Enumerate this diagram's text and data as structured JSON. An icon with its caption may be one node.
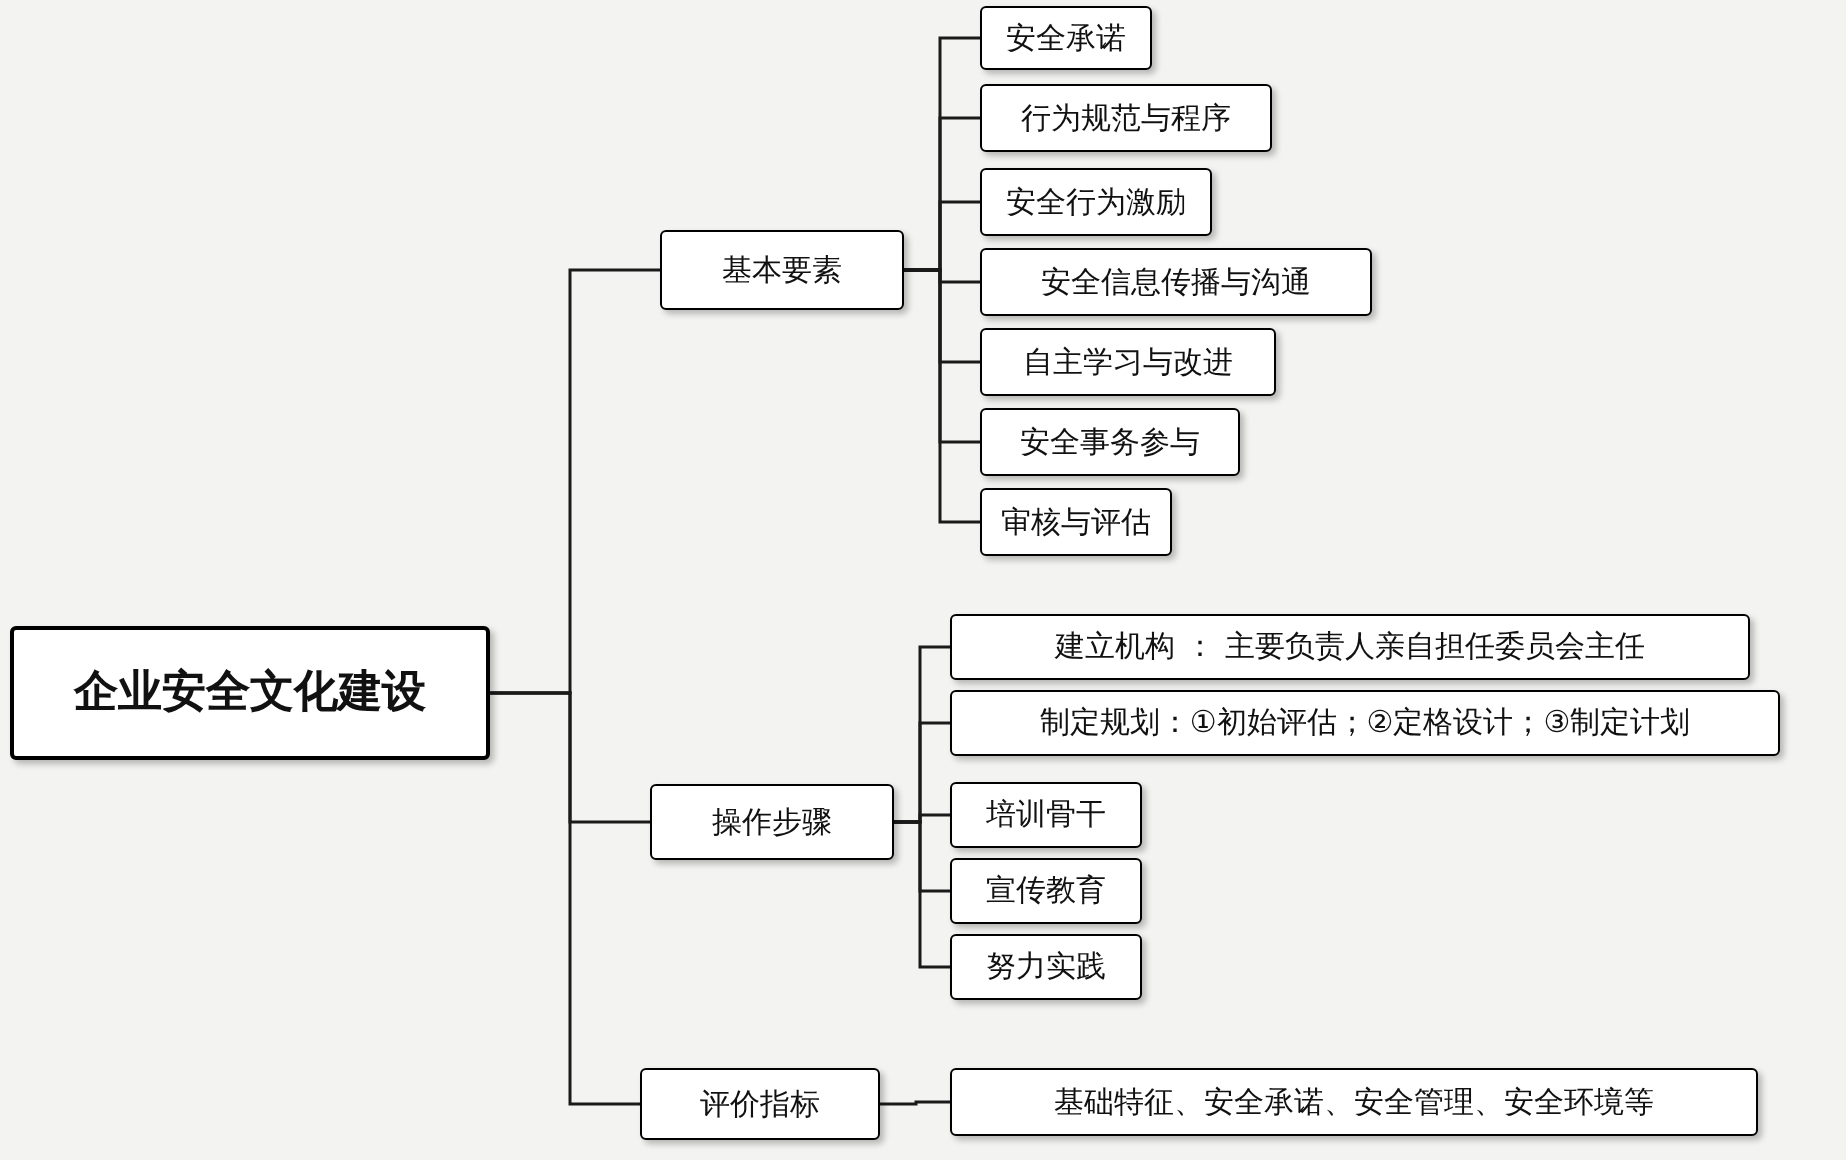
{
  "diagram": {
    "nodes": [
      {
        "text": [
          "企业安全文化建设"
        ]
      },
      {
        "text": [
          "基本要素"
        ]
      },
      {
        "text": [
          "安全承诺"
        ]
      },
      {
        "text": [
          "行为规范与程序"
        ]
      },
      {
        "text": [
          "安全行为激励"
        ]
      },
      {
        "text": [
          "安全信息传播与沟通"
        ]
      },
      {
        "text": [
          "自主学习与改进"
        ]
      },
      {
        "text": [
          "安全事务参与"
        ]
      },
      {
        "text": [
          "审核与评估"
        ]
      },
      {
        "text": [
          "操作步骤"
        ]
      },
      {
        "text": [
          "建立机构 ： 主要负责人亲自担任委员会主任"
        ]
      },
      {
        "text": [
          "制定规划：①初始评估；②定格设计；③制定计划"
        ]
      },
      {
        "text": [
          "培训骨干"
        ]
      },
      {
        "text": [
          "宣传教育"
        ]
      },
      {
        "text": [
          "努力实践"
        ]
      },
      {
        "text": [
          "评价指标"
        ]
      },
      {
        "text": [
          "基础特征、安全承诺、安全管理、安全环境等"
        ]
      }
    ],
    "edges": [
      {
        "from": 0,
        "to": 1,
        "arrow": "none"
      },
      {
        "from": 0,
        "to": 9,
        "arrow": "none"
      },
      {
        "from": 0,
        "to": 15,
        "arrow": "none"
      },
      {
        "from": 1,
        "to": 2,
        "arrow": "none"
      },
      {
        "from": 1,
        "to": 3,
        "arrow": "none"
      },
      {
        "from": 1,
        "to": 4,
        "arrow": "none"
      },
      {
        "from": 1,
        "to": 5,
        "arrow": "none"
      },
      {
        "from": 1,
        "to": 6,
        "arrow": "none"
      },
      {
        "from": 1,
        "to": 7,
        "arrow": "none"
      },
      {
        "from": 1,
        "to": 8,
        "arrow": "none"
      },
      {
        "from": 9,
        "to": 10,
        "arrow": "none"
      },
      {
        "from": 9,
        "to": 11,
        "arrow": "none"
      },
      {
        "from": 9,
        "to": 12,
        "arrow": "none"
      },
      {
        "from": 9,
        "to": 13,
        "arrow": "none"
      },
      {
        "from": 9,
        "to": 14,
        "arrow": "none"
      },
      {
        "from": 15,
        "to": 16,
        "arrow": "none"
      }
    ]
  }
}
